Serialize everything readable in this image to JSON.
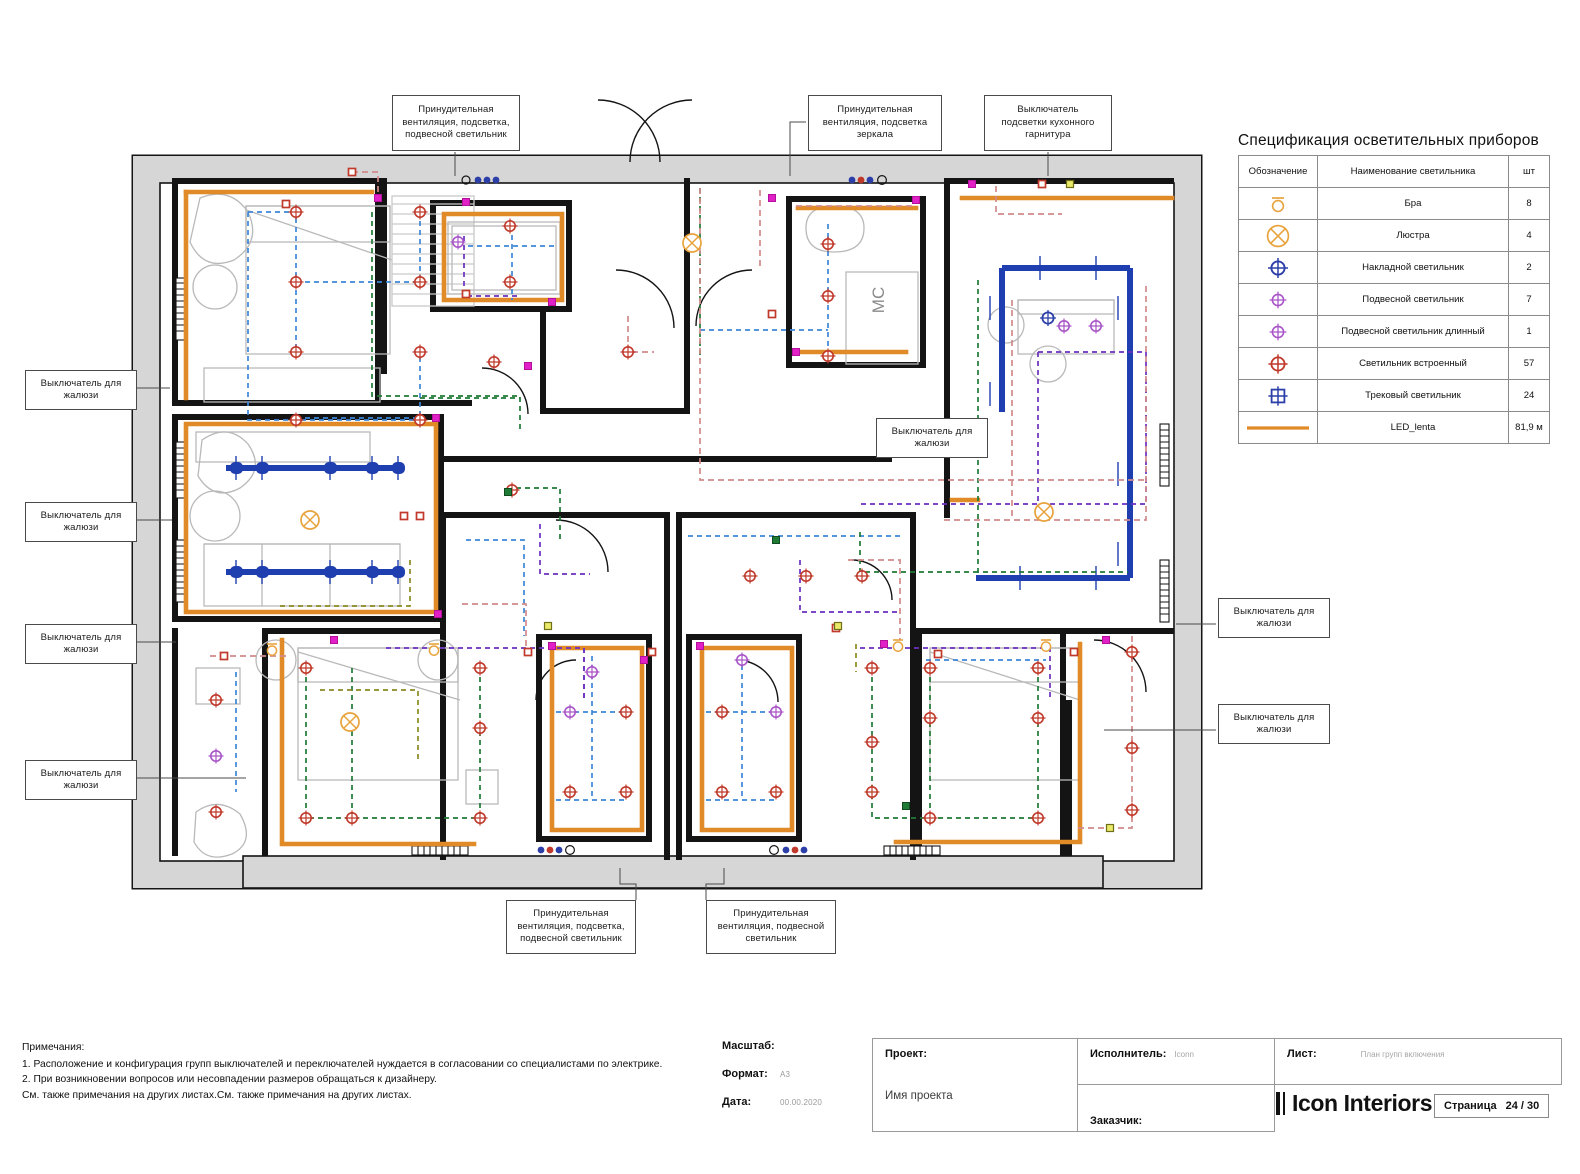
{
  "sheet": {
    "title": "План групп включения",
    "page_label": "Страница",
    "page_number": "24 / 30",
    "brand": "Icon Interiors"
  },
  "spec": {
    "title": "Спецификация осветительных приборов",
    "headers": {
      "symbol": "Обозначение",
      "name": "Наименование светильника",
      "qty": "шт"
    },
    "rows": [
      {
        "icon": "sconce-icon",
        "name": "Бра",
        "qty": "8",
        "color": "#e8a33d"
      },
      {
        "icon": "chandelier-icon",
        "name": "Люстра",
        "qty": "4",
        "color": "#e8a33d"
      },
      {
        "icon": "surface-light-icon",
        "name": "Накладной светильник",
        "qty": "2",
        "color": "#2c3fa8"
      },
      {
        "icon": "pendant-light-icon",
        "name": "Подвесной светильник",
        "qty": "7",
        "color": "#a855c8"
      },
      {
        "icon": "pendant-long-icon",
        "name": "Подвесной светильник длинный",
        "qty": "1",
        "color": "#a855c8"
      },
      {
        "icon": "recessed-light-icon",
        "name": "Светильник встроенный",
        "qty": "57",
        "color": "#c0392b"
      },
      {
        "icon": "track-light-icon",
        "name": "Трековый светильник",
        "qty": "24",
        "color": "#2c3fa8"
      },
      {
        "icon": "led-strip-icon",
        "name": "LED_lenta",
        "qty": "81,9 м",
        "color": "#e08a28"
      }
    ]
  },
  "callouts": [
    {
      "id": "c1",
      "text": "Принудительная\nвентиляция, подсветка,\nподвесной светильник"
    },
    {
      "id": "c2",
      "text": "Принудительная\nвентиляция, подсветка\nзеркала"
    },
    {
      "id": "c3",
      "text": "Выключатель\nподсветки кухонного\nгарнитура"
    },
    {
      "id": "c4",
      "text": "Выключатель для\nжалюзи"
    },
    {
      "id": "c5",
      "text": "Выключатель для\nжалюзи"
    },
    {
      "id": "c6",
      "text": "Выключатель для\nжалюзи"
    },
    {
      "id": "c7",
      "text": "Выключатель для\nжалюзи"
    },
    {
      "id": "c8",
      "text": "Выключатель для\nжалюзи"
    },
    {
      "id": "c9",
      "text": "Выключатель для\nжалюзи"
    },
    {
      "id": "c10",
      "text": "Выключатель для\nжалюзи"
    },
    {
      "id": "c11",
      "text": "Принудительная\nвентиляция, подсветка,\nподвесной светильник"
    },
    {
      "id": "c12",
      "text": "Принудительная\nвентиляция, подвесной\nсветильник"
    }
  ],
  "room_labels": [
    {
      "id": "mc",
      "text": "МС"
    }
  ],
  "notes": {
    "heading": "Примечания:",
    "lines": [
      "1. Расположение и конфигурация групп выключателей и переключателей нуждается в согласовании со специалистами по электрике.",
      "2. При возникновении вопросов или несовпадении размеров обращаться к дизайнеру.",
      "См. также примечания на других листах.См. также примечания на других листах."
    ]
  },
  "meta": {
    "scale_label": "Масштаб:",
    "scale_value": "",
    "format_label": "Формат:",
    "format_value": "A3",
    "date_label": "Дата:",
    "date_value": "00.00.2020"
  },
  "titleblock": {
    "project_label": "Проект:",
    "project_value": "Имя проекта",
    "performer_label": "Исполнитель:",
    "performer_value": "Iconn",
    "customer_label": "Заказчик:",
    "customer_value": "",
    "sheet_label": "Лист:",
    "sheet_value": "План групп включения"
  },
  "palette": {
    "wall": "#141414",
    "wall_fill": "#d6d6d6",
    "furniture": "#b9b9b9",
    "led": "#e08a28",
    "recessed": "#c0392b",
    "track": "#1f3fb0",
    "pendant": "#a855c8",
    "chandelier": "#e8a33d",
    "circuit_blue": "#3d86d8",
    "circuit_green": "#1f7a36",
    "circuit_red": "#d18a8a",
    "circuit_purple": "#6b2fc0",
    "circuit_magenta": "#e220c8",
    "circuit_olive": "#8a8a20"
  }
}
